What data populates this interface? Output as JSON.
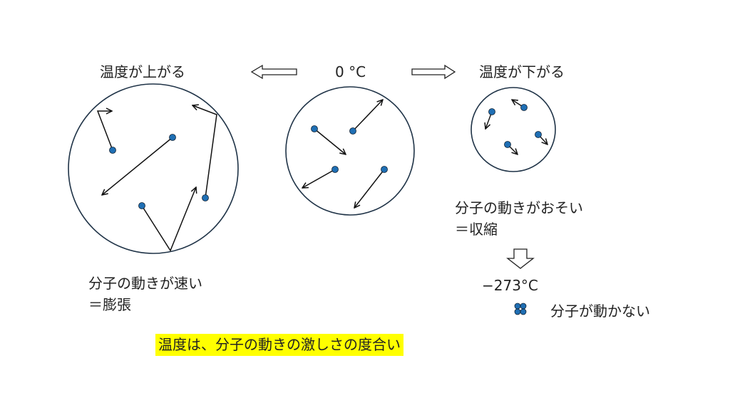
{
  "labels": {
    "hotter": "温度が上がる",
    "zero": "0 °C",
    "colder": "温度が下がる",
    "fast_line1": "分子の動きが速い",
    "fast_line2": "＝膨張",
    "slow_line1": "分子の動きがおそい",
    "slow_line2": "＝収縮",
    "absolute_zero": "−273°C",
    "no_motion": "分子が動かない",
    "summary": "温度は、分子の動きの激しさの度合い"
  },
  "colors": {
    "particle": "#1f6fb4",
    "circle": "#1f3347",
    "highlight": "#ffff00"
  }
}
